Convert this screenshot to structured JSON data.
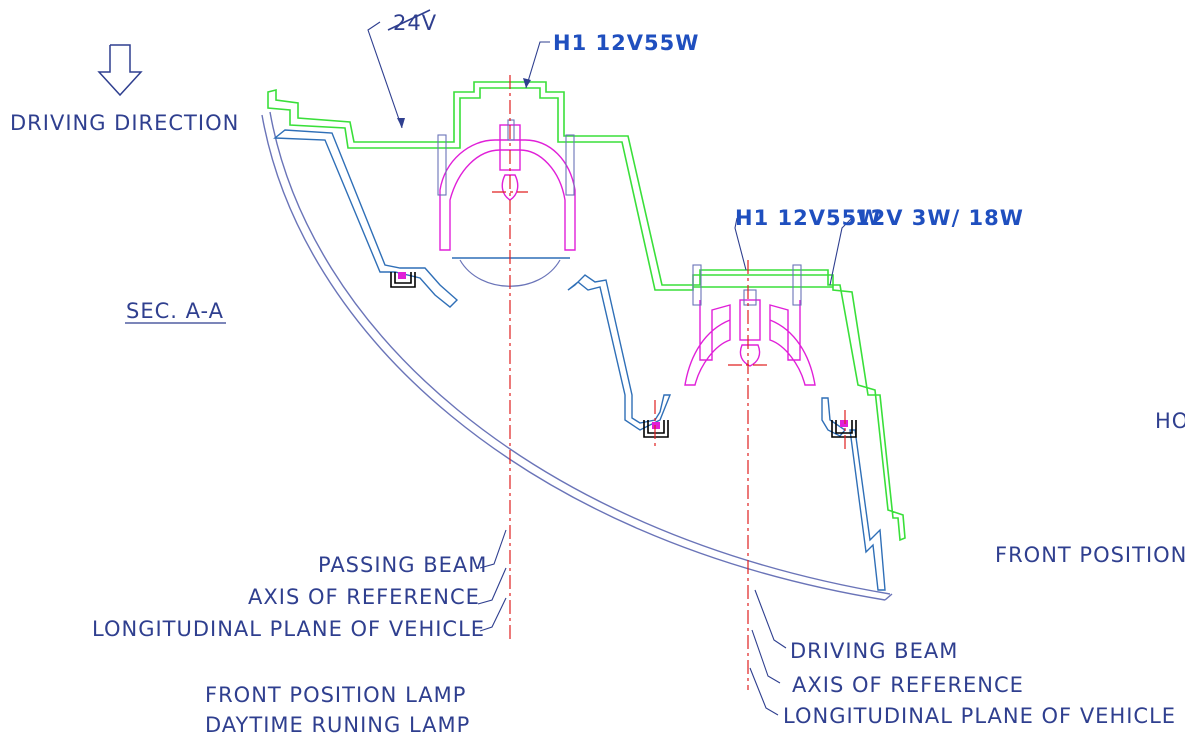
{
  "labels": {
    "driving_direction": "DRIVING DIRECTION",
    "section": "SEC. A-A",
    "voltage_struck": "24V",
    "bulb_passing": "H1 12V55W",
    "bulb_driving": "H1 12V55W",
    "bulb_position": "12V 3W/ 18W",
    "horizontal_cut": "HOI",
    "front_position_right": "FRONT POSITION",
    "passing_beam": "PASSING BEAM",
    "axis_reference_1": "AXIS OF REFERENCE",
    "longitudinal_plane_1": "LONGITUDINAL PLANE OF VEHICLE",
    "driving_beam": "DRIVING BEAM",
    "axis_reference_2": "AXIS OF REFERENCE",
    "longitudinal_plane_2": "LONGITUDINAL PLANE OF VEHICLE",
    "front_position_lamp": "FRONT POSITION LAMP",
    "daytime_running_lamp": "DAYTIME RUNING LAMP"
  },
  "colors": {
    "housing": "#2f6fb7",
    "lens": "#6a74b8",
    "green_body": "#3adf3a",
    "reflector": "#e020d8",
    "axis": "#e02020",
    "text": "#2f3f8f",
    "tech_text": "#1f4fbf"
  }
}
